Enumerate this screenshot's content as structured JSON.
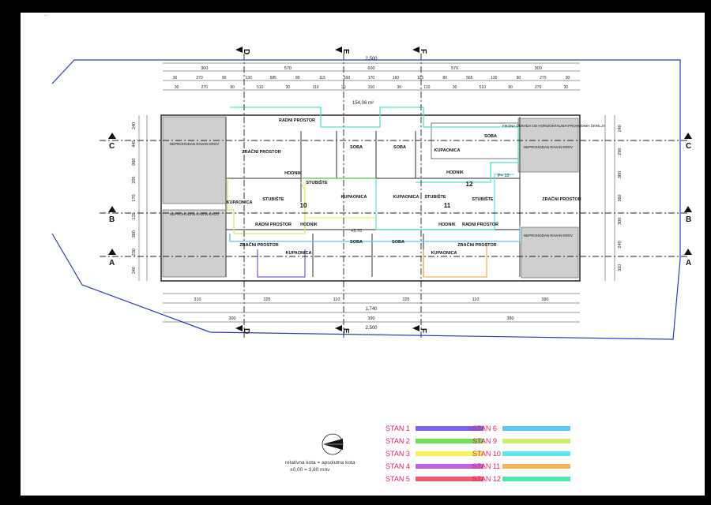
{
  "header_strip": "...",
  "section_markers": {
    "vertical": [
      "D",
      "E",
      "F"
    ],
    "horizontal": [
      "C",
      "B",
      "A"
    ]
  },
  "dimensions": {
    "top_total": "2,500",
    "bottom_mid_total": "1,740",
    "bottom_total": "2,500",
    "top_row1": [
      "300",
      "570",
      "600",
      "570",
      "300"
    ],
    "top_row2": [
      "30",
      "270",
      "90",
      "130",
      "585",
      "80",
      "115",
      "160",
      "170",
      "160",
      "115",
      "80",
      "565",
      "130",
      "90",
      "270",
      "30"
    ],
    "top_row3": [
      "30",
      "270",
      "90",
      "510",
      "30",
      "110",
      "30",
      "310",
      "30",
      "110",
      "30",
      "510",
      "90",
      "270",
      "30"
    ],
    "bottom_row1": [
      "310",
      "225",
      "110",
      "225",
      "110",
      "380"
    ],
    "bottom_row2": [
      "300",
      "390",
      "380"
    ],
    "left_side": [
      "240",
      "445",
      "960",
      "205",
      "170",
      "125",
      "380",
      "230",
      "240"
    ],
    "right_side": [
      "240",
      "290",
      "380",
      "360",
      "300",
      "240",
      "310"
    ]
  },
  "areas": {
    "top_area": "154,06 m²",
    "p10": "P= 10",
    "p_marks": "+5,70"
  },
  "rooms": [
    {
      "key": "zracni_a",
      "label": "ZRAČNI PROSTOR"
    },
    {
      "key": "radni_top",
      "label": "RADNI PROSTOR"
    },
    {
      "key": "soba1",
      "label": "SOBA"
    },
    {
      "key": "soba2",
      "label": "SOBA"
    },
    {
      "key": "kupaonica_tr",
      "label": "KUPAONICA"
    },
    {
      "key": "soba_tr",
      "label": "SOBA"
    },
    {
      "key": "hodnik1",
      "label": "HODNIK"
    },
    {
      "key": "hodnik2",
      "label": "HODNIK"
    },
    {
      "key": "kupaonica_l",
      "label": "KUPAONICA"
    },
    {
      "key": "stubiste1",
      "label": "STUBIŠTE"
    },
    {
      "key": "stubiste2",
      "label": "STUBIŠTE"
    },
    {
      "key": "kupaonica_m1",
      "label": "KUPAONICA"
    },
    {
      "key": "kupaonica_m2",
      "label": "KUPAONICA"
    },
    {
      "key": "stubiste3",
      "label": "STUBIŠTE"
    },
    {
      "key": "stubiste4",
      "label": "STUBIŠTE"
    },
    {
      "key": "zracni_r",
      "label": "ZRAČNI PROSTOR"
    },
    {
      "key": "radni_l",
      "label": "RADNI PROSTOR"
    },
    {
      "key": "hodnik3",
      "label": "HODNIK"
    },
    {
      "key": "hodnik4",
      "label": "HODNIK"
    },
    {
      "key": "radni_r",
      "label": "RADNI PROSTOR"
    },
    {
      "key": "zracni_bl",
      "label": "ZRAČNI PROSTOR"
    },
    {
      "key": "soba3",
      "label": "SOBA"
    },
    {
      "key": "soba4",
      "label": "SOBA"
    },
    {
      "key": "zracni_br",
      "label": "ZRAČNI PROSTOR"
    },
    {
      "key": "kupaonica_b1",
      "label": "KUPAONICA"
    },
    {
      "key": "kupaonica_b2",
      "label": "KUPAONICA"
    },
    {
      "key": "roof_tl",
      "label": "NEPROHODAN RAVAN KROV"
    },
    {
      "key": "roof_ml",
      "label": "NEPROHODAN RAVAN KROV"
    },
    {
      "key": "roof_tr",
      "label": "NEPROHODAN RAVAN KROV"
    },
    {
      "key": "roof_br",
      "label": "NEPROHODAN RAVAN KROV"
    },
    {
      "key": "pv",
      "label": "FIKSNA OKRADA OD HORIZONTALNIH PROHODNIH ŠKRILJA"
    }
  ],
  "unit_numbers": [
    "10",
    "11",
    "12"
  ],
  "legend": [
    {
      "label": "STAN 1",
      "color": "#7b62e8"
    },
    {
      "label": "STAN 2",
      "color": "#6fe05a"
    },
    {
      "label": "STAN 3",
      "color": "#f2f25a"
    },
    {
      "label": "STAN 4",
      "color": "#c05ee8"
    },
    {
      "label": "STAN 5",
      "color": "#f05a6e"
    },
    {
      "label": "STAN 6",
      "color": "#5ac8f0"
    },
    {
      "label": "STAN 9",
      "color": "#c8ee6a"
    },
    {
      "label": "STAN 10",
      "color": "#5ae8ee"
    },
    {
      "label": "STAN 11",
      "color": "#f2b65a"
    },
    {
      "label": "STAN 12",
      "color": "#4ee6b8"
    }
  ],
  "note": {
    "line1": "relativna kota = apsolutna kota",
    "line2": "±0,00 = 3,80 mnv"
  }
}
